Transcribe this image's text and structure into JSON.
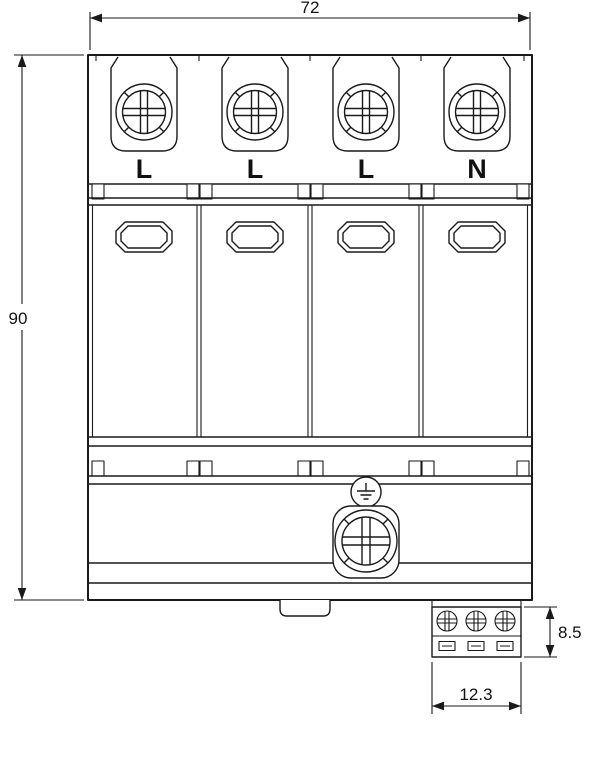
{
  "drawing": {
    "type": "technical-dimension-drawing",
    "subject": "4-pole DIN-rail surge protection device, front view",
    "dimensions": {
      "width": "72",
      "height": "90",
      "connector_height": "8.5",
      "connector_width": "12.3"
    },
    "terminals": [
      "L",
      "L",
      "L",
      "N"
    ],
    "icons": {
      "terminal_screw": "phillips-screw-head",
      "main_screw": "phillips-screw-head",
      "connector_screw": "slotted-screw-head",
      "earth": "ground-symbol",
      "module_window": "status-window"
    },
    "colors": {
      "line": "#1a1a1a",
      "background": "#ffffff"
    }
  }
}
